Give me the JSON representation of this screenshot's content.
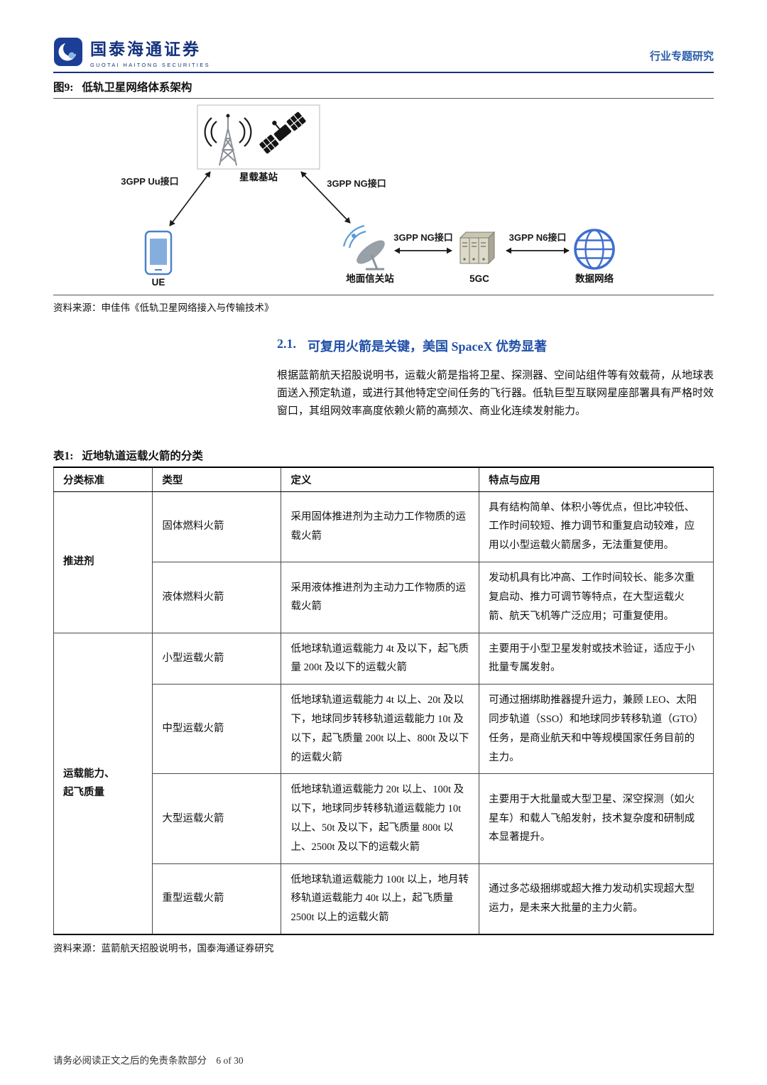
{
  "header": {
    "brand": "国泰海通证券",
    "brand_sub": "GUOTAI HAITONG SECURITIES",
    "category": "行业专题研究"
  },
  "figure9": {
    "label": "图9:",
    "title": "低轨卫星网络体系架构",
    "nodes": {
      "satellite_bs": "星载基站",
      "ue": "UE",
      "gateway": "地面信关站",
      "core": "5GC",
      "data_network": "数据网络"
    },
    "links": {
      "uu": "3GPP Uu接口",
      "ng_air": "3GPP NG接口",
      "ng_ground": "3GPP NG接口",
      "n6": "3GPP N6接口"
    },
    "source": "资料来源：申佳伟《低轨卫星网络接入与传输技术》"
  },
  "section": {
    "heading_number": "2.1.",
    "heading_text": "可复用火箭是关键，美国 SpaceX 优势显著",
    "paragraph": "根据蓝箭航天招股说明书，运载火箭是指将卫星、探测器、空间站组件等有效载荷，从地球表面送入预定轨道，或进行其他特定空间任务的飞行器。低轨巨型互联网星座部署具有严格时效窗口，其组网效率高度依赖火箭的高频次、商业化连续发射能力。"
  },
  "table1": {
    "label": "表1:",
    "title": "近地轨道运载火箭的分类",
    "headers": [
      "分类标准",
      "类型",
      "定义",
      "特点与应用"
    ],
    "groups": [
      {
        "criterion": "推进剂",
        "rows": [
          {
            "type": "固体燃料火箭",
            "definition": "采用固体推进剂为主动力工作物质的运载火箭",
            "features": "具有结构简单、体积小等优点，但比冲较低、工作时间较短、推力调节和重复启动较难，应用以小型运载火箭居多，无法重复使用。"
          },
          {
            "type": "液体燃料火箭",
            "definition": "采用液体推进剂为主动力工作物质的运载火箭",
            "features": "发动机具有比冲高、工作时间较长、能多次重复启动、推力可调节等特点，在大型运载火箭、航天飞机等广泛应用；可重复使用。"
          }
        ]
      },
      {
        "criterion": "运载能力、\n起飞质量",
        "rows": [
          {
            "type": "小型运载火箭",
            "definition": "低地球轨道运载能力 4t 及以下，起飞质量 200t 及以下的运载火箭",
            "features": "主要用于小型卫星发射或技术验证，适应于小批量专属发射。"
          },
          {
            "type": "中型运载火箭",
            "definition": "低地球轨道运载能力 4t 以上、20t 及以下，地球同步转移轨道运载能力 10t 及以下，起飞质量 200t 以上、800t 及以下的运载火箭",
            "features": "可通过捆绑助推器提升运力，兼顾 LEO、太阳同步轨道（SSO）和地球同步转移轨道（GTO）任务，是商业航天和中等规模国家任务目前的主力。"
          },
          {
            "type": "大型运载火箭",
            "definition": "低地球轨道运载能力 20t 以上、100t 及以下，地球同步转移轨道运载能力 10t 以上、50t 及以下，起飞质量 800t 以上、2500t 及以下的运载火箭",
            "features": "主要用于大批量或大型卫星、深空探测（如火星车）和载人飞船发射，技术复杂度和研制成本显著提升。"
          },
          {
            "type": "重型运载火箭",
            "definition": "低地球轨道运载能力 100t 以上，地月转移轨道运载能力 40t 以上，起飞质量 2500t 以上的运载火箭",
            "features": "通过多芯级捆绑或超大推力发动机实现超大型运力，是未来大批量的主力火箭。"
          }
        ]
      }
    ],
    "source": "资料来源：蓝箭航天招股说明书，国泰海通证券研究"
  },
  "footer": {
    "disclaimer": "请务必阅读正文之后的免责条款部分",
    "page": "6 of 30"
  }
}
